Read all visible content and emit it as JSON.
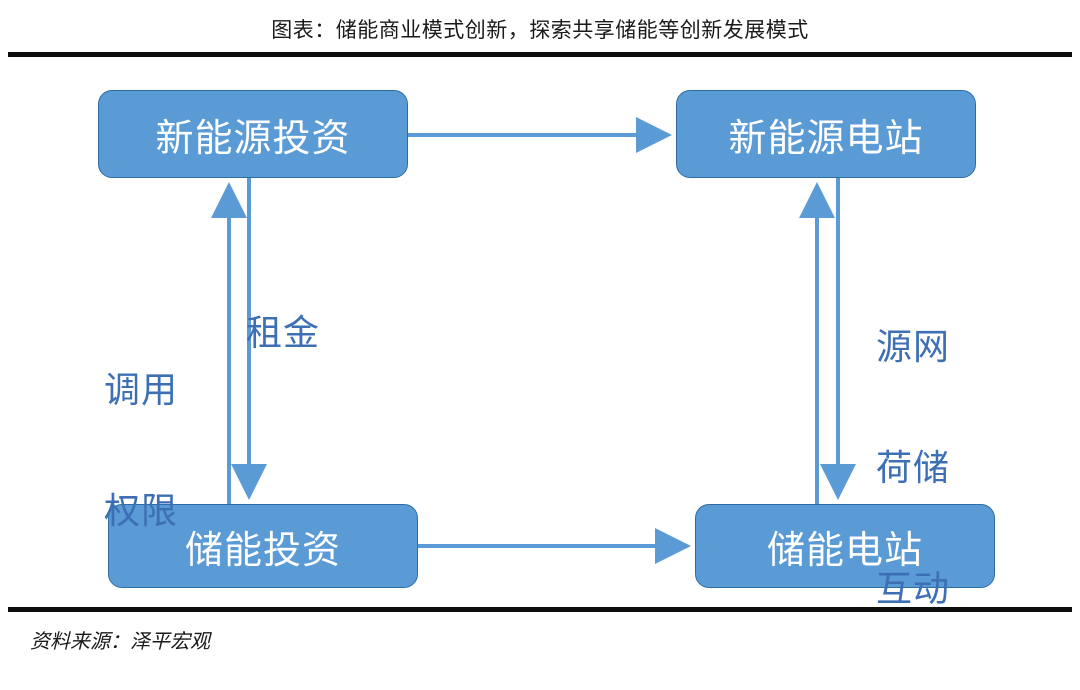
{
  "title": "图表：储能商业模式创新，探索共享储能等创新发展模式",
  "source": "资料来源：泽平宏观",
  "colors": {
    "node_fill": "#5B9BD5",
    "node_border": "#2E6DA4",
    "node_text": "#FFFFFF",
    "arrow": "#5B9BD5",
    "label_text": "#3C6FB4",
    "rule": "#0D0D0D",
    "background": "#FFFFFF"
  },
  "diagram": {
    "type": "flow",
    "nodes": [
      {
        "id": "new-energy-investment",
        "label": "新能源投资",
        "position": "top-left"
      },
      {
        "id": "new-energy-power-station",
        "label": "新能源电站",
        "position": "top-right"
      },
      {
        "id": "storage-investment",
        "label": "储能投资",
        "position": "bottom-left"
      },
      {
        "id": "storage-power-station",
        "label": "储能电站",
        "position": "bottom-right"
      }
    ],
    "edges": [
      {
        "id": "edge-top",
        "from": "new-energy-investment",
        "to": "new-energy-power-station",
        "direction": "right",
        "label": ""
      },
      {
        "id": "edge-bottom",
        "from": "storage-investment",
        "to": "storage-power-station",
        "direction": "right",
        "label": ""
      },
      {
        "id": "edge-left-up",
        "from": "storage-investment",
        "to": "new-energy-investment",
        "direction": "up",
        "label": "调用权限"
      },
      {
        "id": "edge-left-down",
        "from": "new-energy-investment",
        "to": "storage-investment",
        "direction": "down",
        "label": "租金"
      },
      {
        "id": "edge-right-up",
        "from": "storage-power-station",
        "to": "new-energy-power-station",
        "direction": "up",
        "label": "源网荷储互动"
      },
      {
        "id": "edge-right-down",
        "from": "new-energy-power-station",
        "to": "storage-power-station",
        "direction": "down",
        "label": ""
      }
    ],
    "labels": {
      "left_line1": "调用",
      "left_line2": "权限",
      "middle": "租金",
      "right_line1": "源网",
      "right_line2": "荷储",
      "right_line3": "互动"
    }
  }
}
